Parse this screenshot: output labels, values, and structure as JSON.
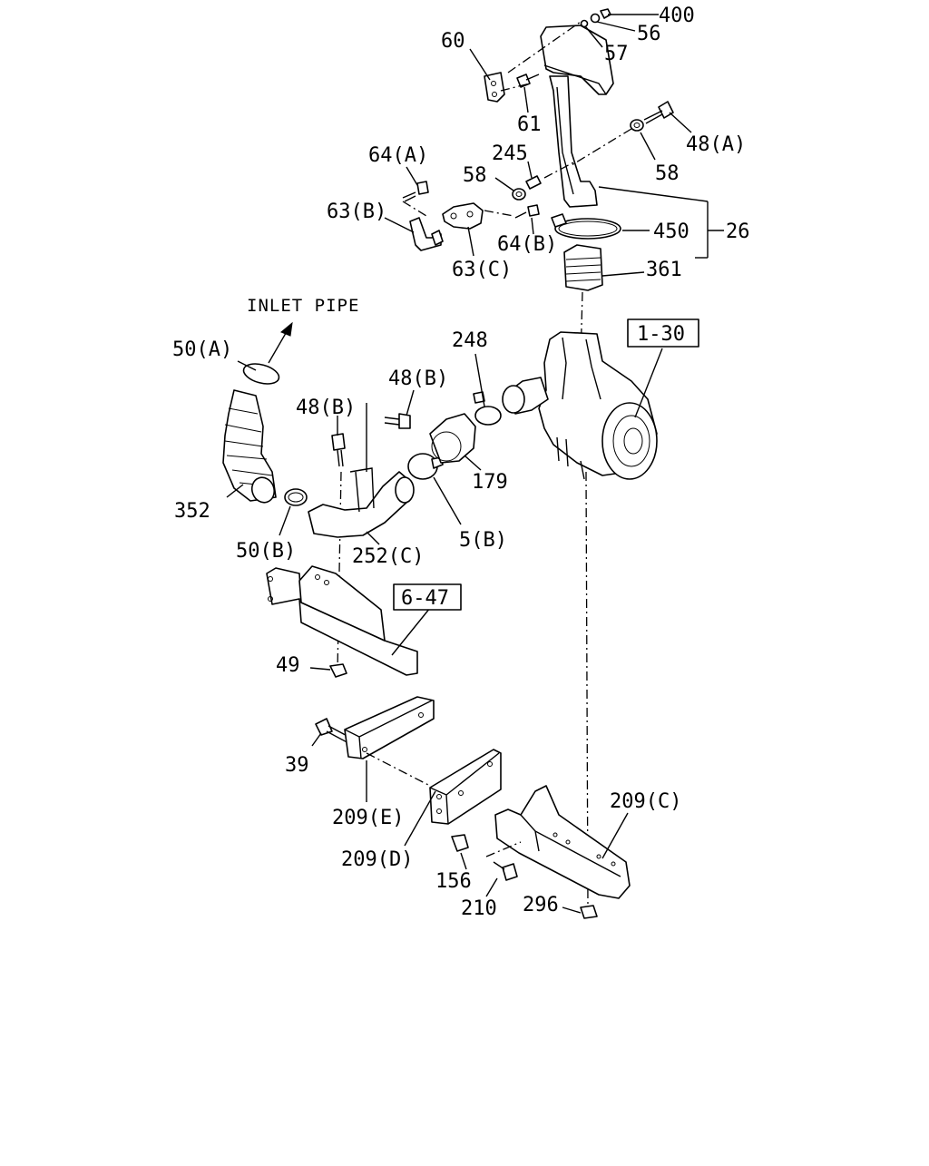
{
  "diagram": {
    "inlet_pipe": "INLET PIPE",
    "refs": {
      "ref_1_30": "1-30",
      "ref_6_47": "6-47"
    },
    "labels": {
      "l400": "400",
      "l56": "56",
      "l57": "57",
      "l60": "60",
      "l61": "61",
      "l48a_top": "48(A)",
      "l58_right": "58",
      "l64a": "64(A)",
      "l245": "245",
      "l58_mid": "58",
      "l63b": "63(B)",
      "l450": "450",
      "l26": "26",
      "l64b": "64(B)",
      "l63c": "63(C)",
      "l361": "361",
      "l50a": "50(A)",
      "l248": "248",
      "l48b_right": "48(B)",
      "l48b_left": "48(B)",
      "l179": "179",
      "l352": "352",
      "l5b": "5(B)",
      "l50b": "50(B)",
      "l252c": "252(C)",
      "l49": "49",
      "l39": "39",
      "l209c": "209(C)",
      "l209e": "209(E)",
      "l209d": "209(D)",
      "l156": "156",
      "l210": "210",
      "l296": "296"
    }
  }
}
